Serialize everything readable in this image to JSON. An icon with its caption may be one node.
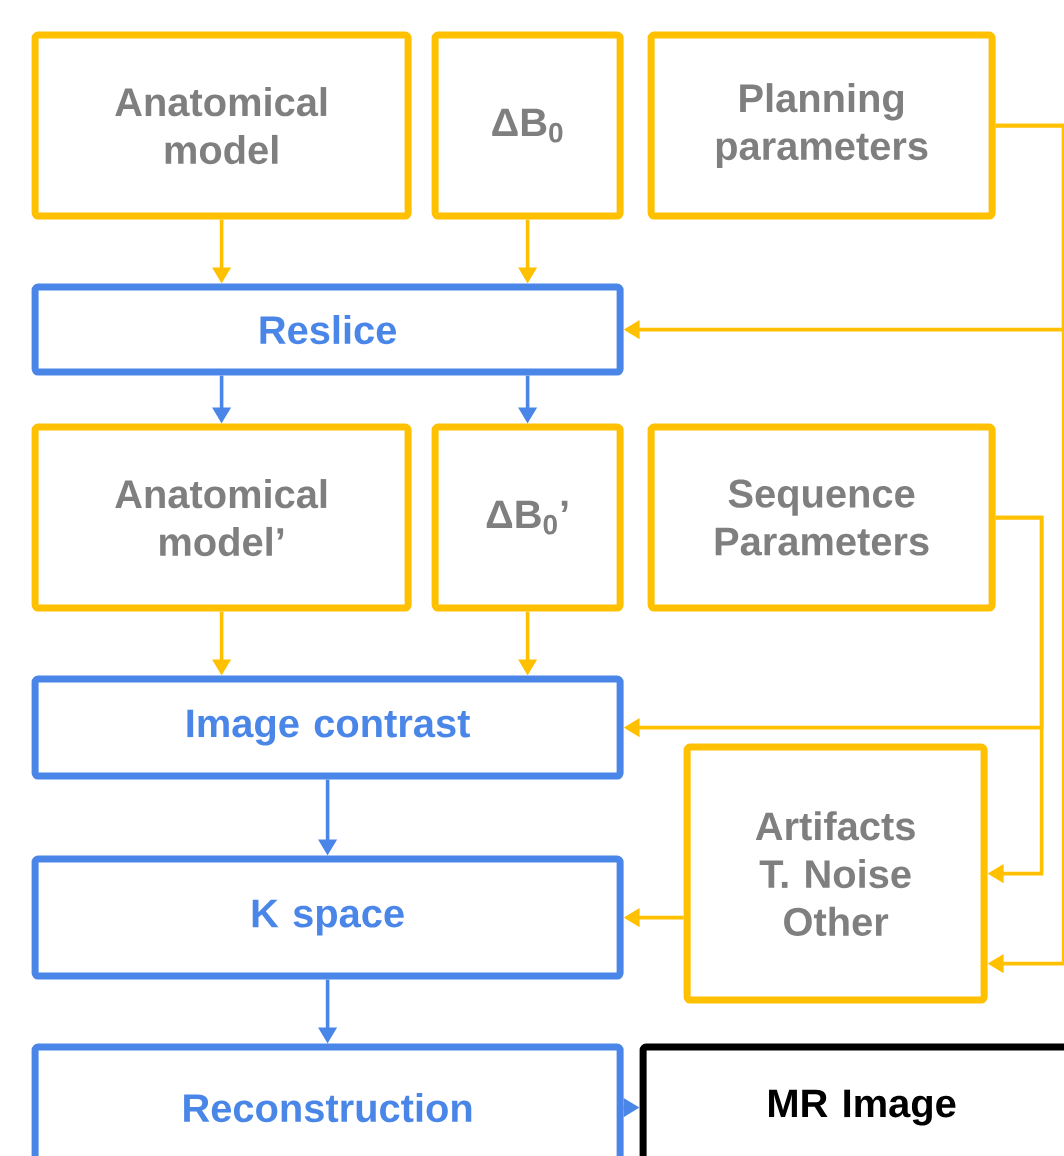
{
  "diagram": {
    "nodes": [
      {
        "text": [
          "Anatomical model"
        ]
      },
      {
        "text": [
          "ΔB$_{0}$"
        ]
      },
      {
        "text": [
          "Planning parameters"
        ]
      },
      {
        "text": [
          "Reslice"
        ]
      },
      {
        "text": [
          "Anatomical model’"
        ]
      },
      {
        "text": [
          "ΔB$_{0}$’"
        ]
      },
      {
        "text": [
          "Sequence Parameters"
        ]
      },
      {
        "text": [
          "Image contrast"
        ]
      },
      {
        "text": [
          "Artifacts",
          "T. Noise",
          "Other"
        ]
      },
      {
        "text": [
          "K space"
        ]
      },
      {
        "text": [
          "Reconstruction"
        ]
      },
      {
        "text": [
          "MR Image"
        ]
      }
    ],
    "edges": [
      {
        "from": 0,
        "to": 3,
        "arrow": "to"
      },
      {
        "from": 1,
        "to": 3,
        "arrow": "to"
      },
      {
        "from": 2,
        "to": 3,
        "arrow": "to"
      },
      {
        "from": 2,
        "to": 8,
        "arrow": "to"
      },
      {
        "from": 3,
        "to": 4,
        "arrow": "to",
        "color": "#4a86e8"
      },
      {
        "from": 3,
        "to": 5,
        "arrow": "to",
        "color": "#4a86e8"
      },
      {
        "from": 4,
        "to": 7,
        "arrow": "to"
      },
      {
        "from": 5,
        "to": 7,
        "arrow": "to"
      },
      {
        "from": 6,
        "to": 7,
        "arrow": "to"
      },
      {
        "from": 6,
        "to": 8,
        "arrow": "to"
      },
      {
        "from": 8,
        "to": 9,
        "arrow": "to"
      },
      {
        "from": 7,
        "to": 9,
        "arrow": "to",
        "color": "#4a86e8"
      },
      {
        "from": 9,
        "to": 10,
        "arrow": "to",
        "color": "#4a86e8"
      },
      {
        "from": 10,
        "to": 11,
        "arrow": "to",
        "color": "#4a86e8"
      }
    ]
  }
}
